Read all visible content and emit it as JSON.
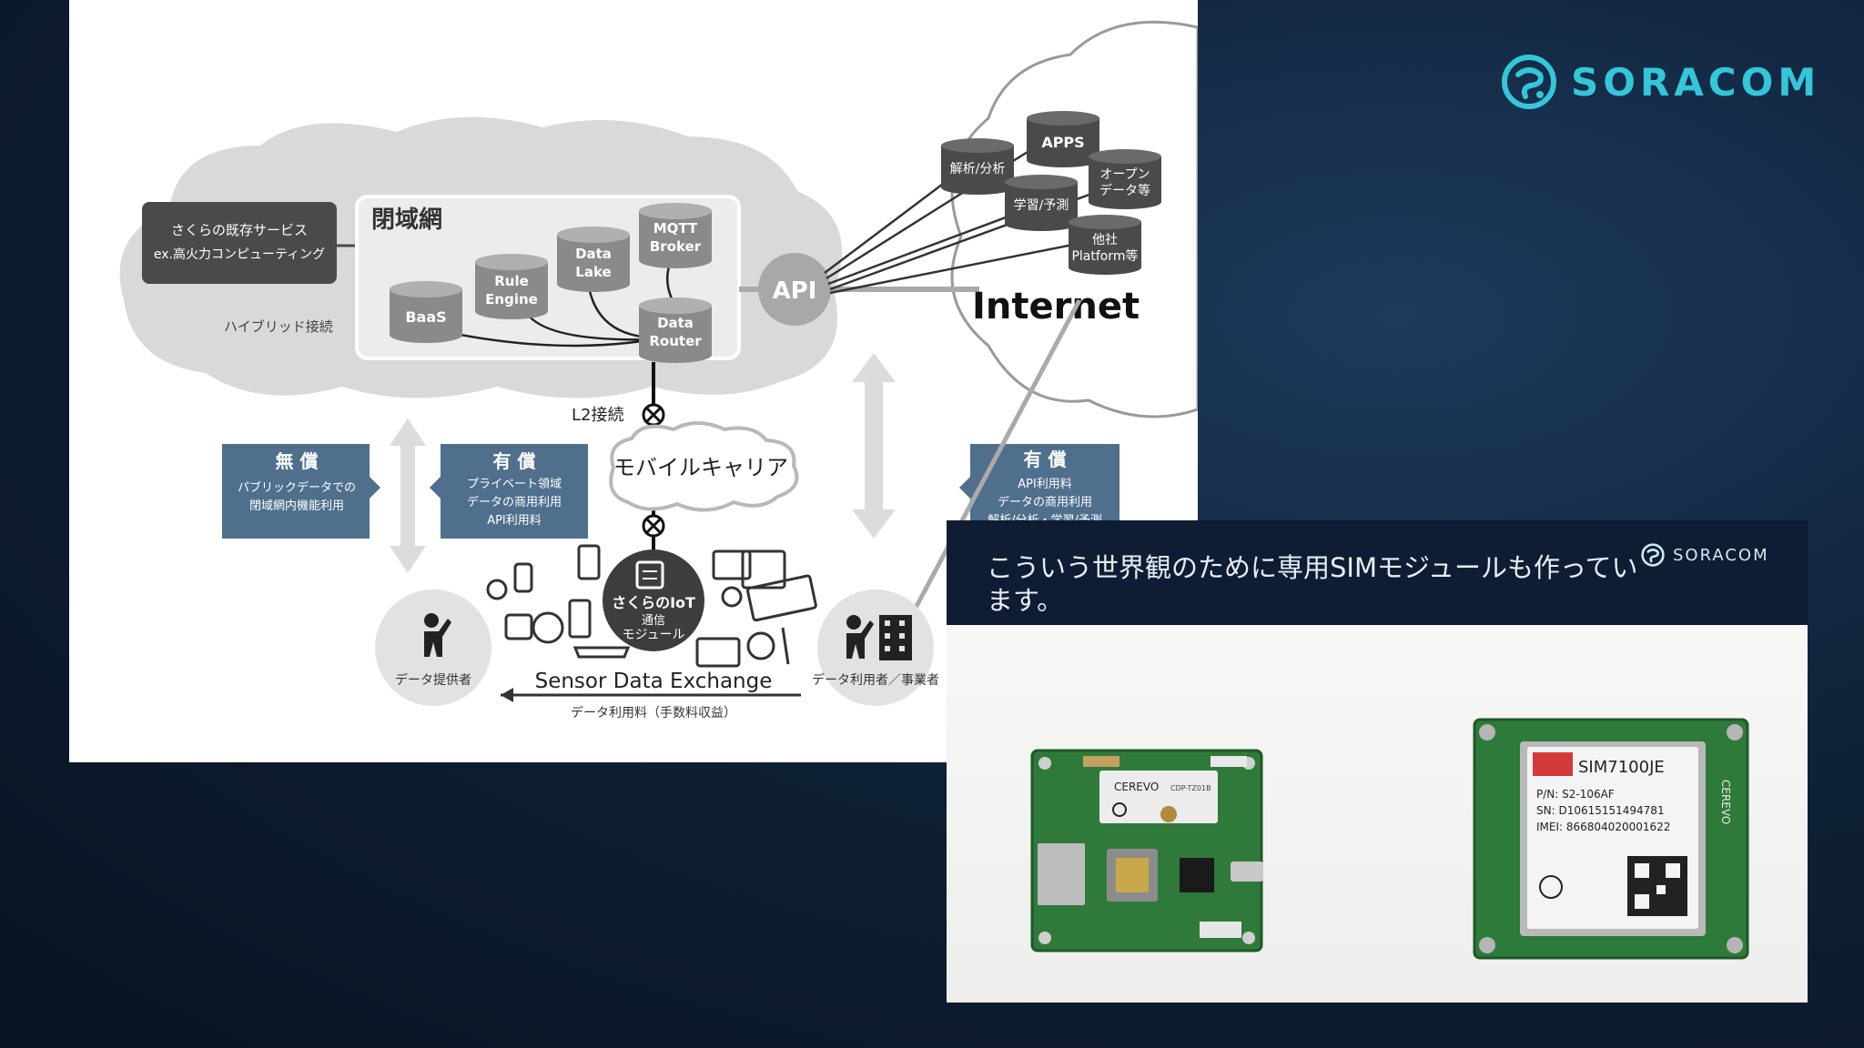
{
  "brand": {
    "name": "SORACOM",
    "accent": "#34c6d9"
  },
  "diagram": {
    "closed_network_title": "閉域網",
    "existing_service": [
      "さくらの既存サービス",
      "ex.高火力コンピューティング"
    ],
    "hybrid_label": "ハイブリッド接続",
    "db": {
      "baas": "BaaS",
      "rule_engine": [
        "Rule",
        "Engine"
      ],
      "data_lake": [
        "Data",
        "Lake"
      ],
      "mqtt": [
        "MQTT",
        "Broker"
      ],
      "router": [
        "Data",
        "Router"
      ]
    },
    "api": "API",
    "internet": "Internet",
    "internet_dbs": {
      "analysis": "解析/分析",
      "apps": "APPS",
      "learning": "学習/予測",
      "open_data": [
        "オープン",
        "データ等"
      ],
      "other": [
        "他社",
        "Platform等"
      ]
    },
    "l2_label": "L2接続",
    "carrier": "モバイルキャリア",
    "free_box": {
      "title": "無 償",
      "lines": [
        "パブリックデータでの",
        "閉域網内機能利用"
      ]
    },
    "paid_box": {
      "title": "有 償",
      "lines": [
        "プライベート領域",
        "データの商用利用",
        "API利用料"
      ]
    },
    "paid_box2": {
      "title": "有 償",
      "lines": [
        "API利用料",
        "データの商用利用",
        "解析/分析・学習/予測"
      ]
    },
    "module": [
      "さくらのIoT",
      "通信",
      "モジュール"
    ],
    "provider": "データ提供者",
    "user": "データ利用者／事業者",
    "exchange": "Sensor Data Exchange",
    "fee": "データ利用料（手数料収益）"
  },
  "caption": {
    "text": "こういう世界観のために専用SIMモジュールも作っています。",
    "logo": "SORACOM"
  },
  "photo": {
    "left_board": {
      "brand": "CEREVO",
      "model": "CDP-TZ01B"
    },
    "right_board": {
      "chip": "SIM7100JE",
      "pn": "P/N: S2-106AF",
      "sn": "SN: D10615151494781",
      "imei": "IMEI: 866804020001622",
      "side_brand": "CEREVO"
    }
  }
}
